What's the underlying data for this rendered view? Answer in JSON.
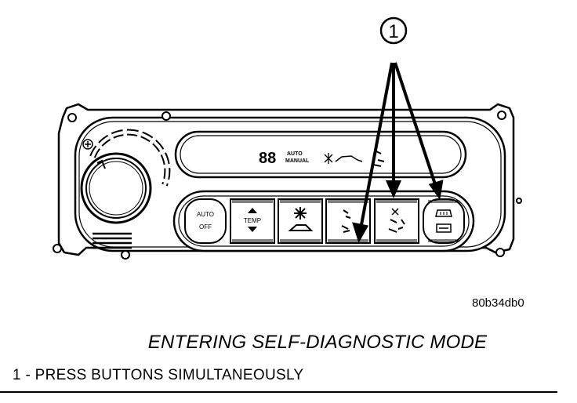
{
  "callout": {
    "number": "1"
  },
  "panel": {
    "display_digits": "88",
    "display_auto": "AUTO",
    "display_manual": "MANUAL",
    "buttons": [
      {
        "id": "auto-off",
        "top": "AUTO",
        "bottom": "OFF"
      },
      {
        "id": "temp",
        "label": "TEMP"
      },
      {
        "id": "fan"
      },
      {
        "id": "mode-panel"
      },
      {
        "id": "mode-floor"
      },
      {
        "id": "defrost"
      }
    ]
  },
  "figure_code": "80b34db0",
  "title": "ENTERING SELF-DIAGNOSTIC MODE",
  "legend": [
    {
      "number": "1",
      "separator": " - ",
      "text": "PRESS BUTTONS SIMULTANEOUSLY"
    }
  ]
}
